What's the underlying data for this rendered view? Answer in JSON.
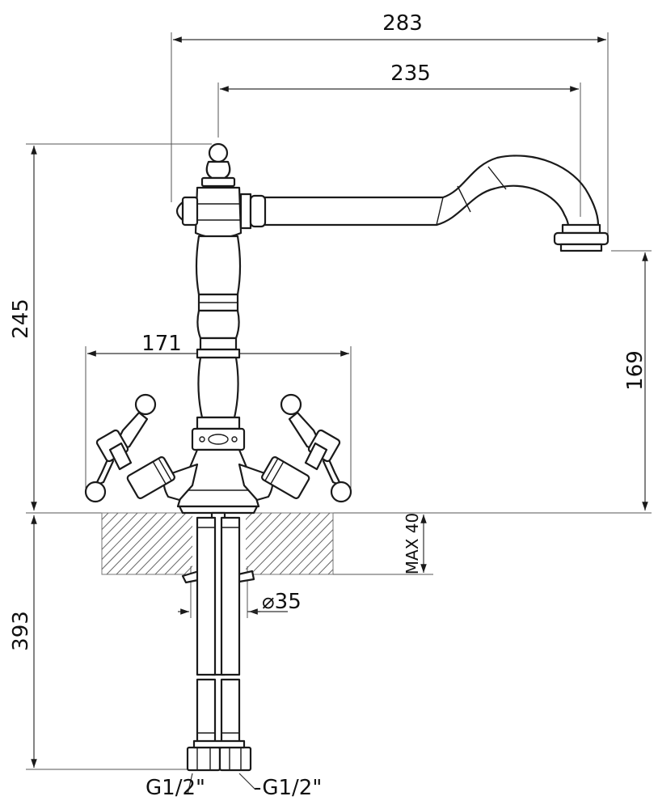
{
  "dimensions": {
    "total_reach": "283",
    "spout_reach": "235",
    "total_height": "245",
    "spout_height": "169",
    "handle_span": "171",
    "max_deck": "MAX 40",
    "hole_diameter": "⌀35",
    "below_deck_length": "393",
    "connection_left": "G1/2\"",
    "connection_right": "-G1/2\""
  },
  "colors": {
    "line": "#1a1a1a",
    "hatch": "#666666",
    "background": "#ffffff"
  }
}
